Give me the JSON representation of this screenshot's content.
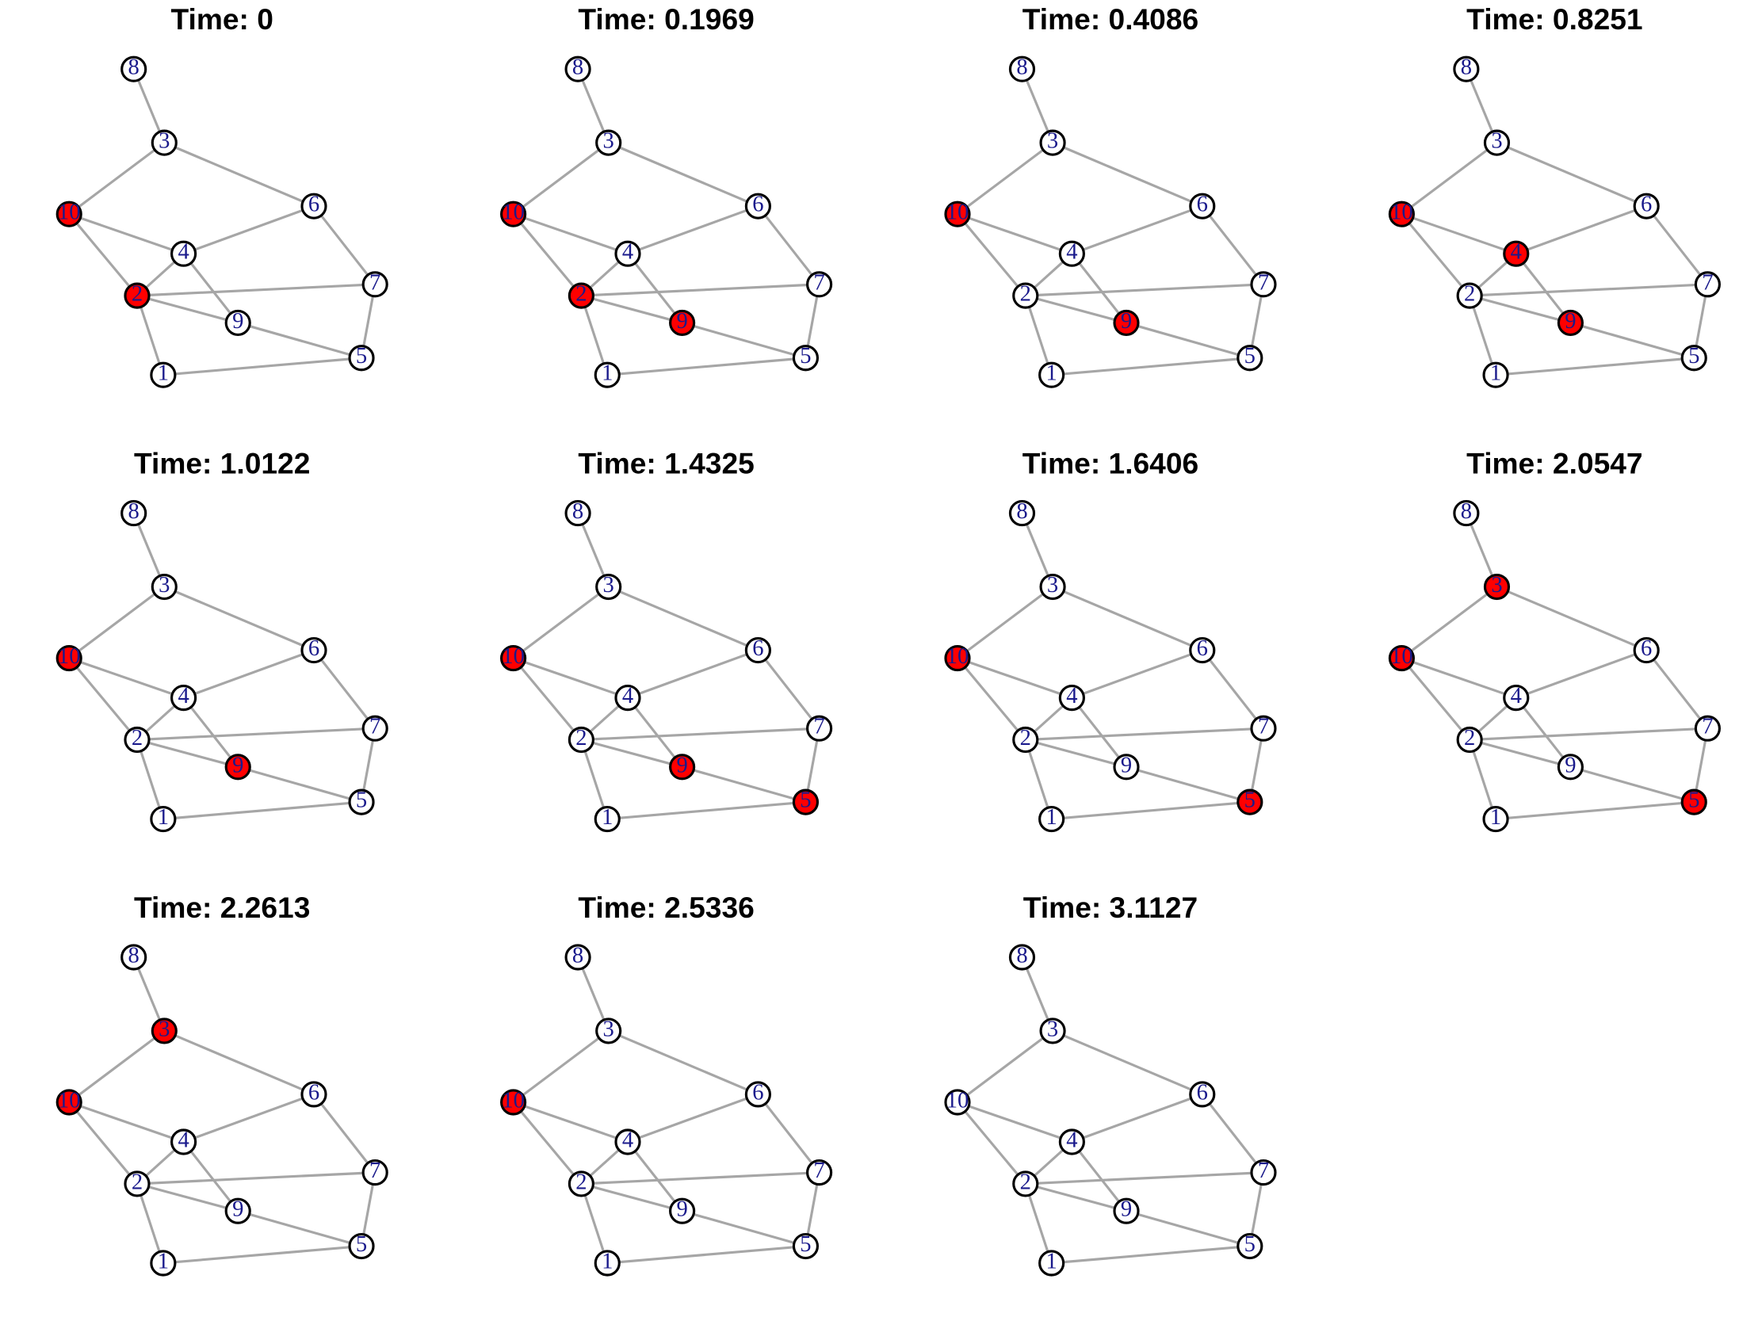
{
  "colors": {
    "infected": "#ff0000",
    "susceptible": "#ffffff",
    "edge": "#a6a6a6",
    "node_border": "#000000",
    "label": "#1a1a8c"
  },
  "network": {
    "nodes": [
      "1",
      "2",
      "3",
      "4",
      "5",
      "6",
      "7",
      "8",
      "9",
      "10"
    ],
    "edges": [
      [
        "8",
        "3"
      ],
      [
        "3",
        "10"
      ],
      [
        "3",
        "6"
      ],
      [
        "10",
        "4"
      ],
      [
        "10",
        "2"
      ],
      [
        "4",
        "6"
      ],
      [
        "4",
        "2"
      ],
      [
        "4",
        "9"
      ],
      [
        "6",
        "7"
      ],
      [
        "2",
        "7"
      ],
      [
        "2",
        "9"
      ],
      [
        "2",
        "1"
      ],
      [
        "9",
        "5"
      ],
      [
        "7",
        "5"
      ],
      [
        "1",
        "5"
      ]
    ]
  },
  "panels": [
    {
      "title": "Time: 0",
      "infected": [
        "10",
        "2"
      ]
    },
    {
      "title": "Time: 0.1969",
      "infected": [
        "10",
        "2",
        "9"
      ]
    },
    {
      "title": "Time: 0.4086",
      "infected": [
        "10",
        "9"
      ]
    },
    {
      "title": "Time: 0.8251",
      "infected": [
        "10",
        "4",
        "9"
      ]
    },
    {
      "title": "Time: 1.0122",
      "infected": [
        "10",
        "9"
      ]
    },
    {
      "title": "Time: 1.4325",
      "infected": [
        "10",
        "9",
        "5"
      ]
    },
    {
      "title": "Time: 1.6406",
      "infected": [
        "10",
        "5"
      ]
    },
    {
      "title": "Time: 2.0547",
      "infected": [
        "3",
        "10",
        "5"
      ]
    },
    {
      "title": "Time: 2.2613",
      "infected": [
        "3",
        "10"
      ]
    },
    {
      "title": "Time: 2.5336",
      "infected": [
        "10"
      ]
    },
    {
      "title": "Time: 3.1127",
      "infected": []
    }
  ]
}
